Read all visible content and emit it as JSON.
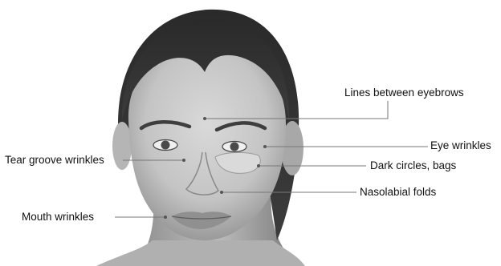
{
  "annotations": {
    "lines_between_eyebrows": "Lines between eyebrows",
    "eye_wrinkles": "Eye wrinkles",
    "dark_circles_bags": "Dark circles, bags",
    "nasolabial_folds": "Nasolabial folds",
    "tear_groove_wrinkles": "Tear groove wrinkles",
    "mouth_wrinkles": "Mouth wrinkles"
  },
  "colors": {
    "leader_line": "#777777",
    "label_text": "#111111",
    "highlight_fill": "#dadada"
  }
}
